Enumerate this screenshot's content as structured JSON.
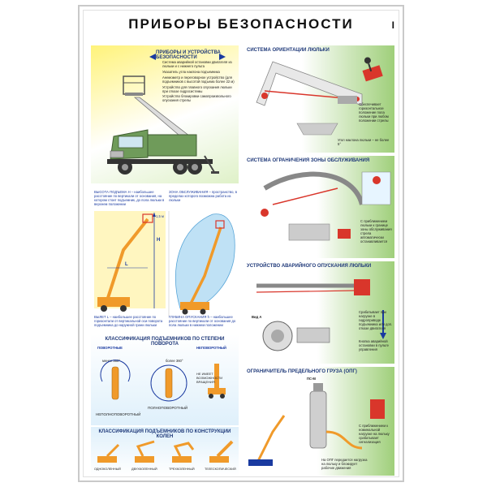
{
  "poster": {
    "title": "ПРИБОРЫ БЕЗОПАСНОСТИ",
    "number": "I"
  },
  "devices_panel": {
    "title": "ПРИБОРЫ И УСТРОЙСТВА БЕЗОПАСНОСТИ",
    "items": [
      "Система аварийной остановки двигателя из люльки и с нижнего пульта",
      "Указатель угла наклона подъемника",
      "Анемометр и переговорное устройство (для подъемников с высотой подъема более 22 м)",
      "Устройство для плавного опускания люльки при отказе гидросистемы",
      "Устройство блокировки самопроизвольного опускания стрелы"
    ]
  },
  "height_panel": {
    "text_left": "ВЫСОТА ПОДЪЕМА H – наибольшее расстояние по вертикали от основания, на котором стоит подъемник, до пола люльки в верхнем положении",
    "text_right": "ЗОНА ОБСЛУЖИВАНИЯ – пространство, в пределах которого возможна работа из люльки",
    "text_bottom_left": "ВЫЛЕТ L – наибольшее расстояние по горизонтали от вертикальной оси поворота подъемника до наружной грани люльки",
    "text_bottom_right": "ГЛУБИНА ОПУСКАНИЯ h – наибольшее расстояние по вертикали от основания до пола люльки в нижнем положении",
    "label_h": "H",
    "label_l": "L",
    "label_lm": "1,5 м"
  },
  "rotation_panel": {
    "title": "КЛАССИФИКАЦИЯ ПОДЪЕМНИКОВ ПО СТЕПЕНИ ПОВОРОТА",
    "left_label": "ПОВОРОТНЫЕ",
    "right_label": "НЕПОВОРОТНЫЙ",
    "angle_label": "менее 360°",
    "angle_label2": "более 360°",
    "captions": [
      "НЕПОЛНОПОВОРОТНЫЙ",
      "ПОЛНОПОВОРОТНЫЙ",
      "НЕ ИМЕЕТ ВОЗМОЖНОСТИ ВРАЩЕНИЯ"
    ]
  },
  "knees_panel": {
    "title": "КЛАССИФИКАЦИЯ ПОДЪЕМНИКОВ ПО КОНСТРУКЦИИ КОЛЕН",
    "captions": [
      "ОДНОКОЛЕННЫЙ",
      "ДВУХКОЛЕННЫЙ",
      "ТРЕХКОЛЕННЫЙ",
      "ТЕЛЕСКОПИЧЕСКИЙ"
    ]
  },
  "orientation_panel": {
    "title": "СИСТЕМА ОРИЕНТАЦИИ ЛЮЛЬКИ",
    "note": "Обеспечивает горизонтальное положение пола люльки при любом положении стрелы",
    "bottom_note": "Угол наклона люльки – не более 5°"
  },
  "zone_panel": {
    "title": "СИСТЕМА ОГРАНИЧЕНИЯ ЗОНЫ ОБСЛУЖИВАНИЯ",
    "note": "С приближением люльки к границе зоны обслуживания стрела автоматически останавливается"
  },
  "emergency_panel": {
    "title": "УСТРОЙСТВО АВАРИЙНОГО ОПУСКАНИЯ ЛЮЛЬКИ",
    "sub_label": "Вид А",
    "note": "Срабатывает при нагрузке в гидроприводе подъемника или доп. отказе двигателя",
    "note2": "Кнопка аварийной остановки в пульте управления"
  },
  "load_panel": {
    "title": "ОГРАНИЧИТЕЛЬ ПРЕДЕЛЬНОГО ГРУЗА (ОПГ)",
    "device_label": "ПС-М",
    "note": "С приближением к номинальной нагрузке на люльку срабатывает сигнализация",
    "bottom_note": "На ОПГ передается нагрузка на люльку и блокирует рабочие движения"
  },
  "colors": {
    "title_blue": "#203a7a",
    "truck_green": "#6f9b5a",
    "boom_red": "#d9362b",
    "boom_orange": "#f09a2a",
    "panel_green": "#9fcf7a",
    "panel_yellow": "#fff27a",
    "panel_blue": "#bfe1f5"
  }
}
